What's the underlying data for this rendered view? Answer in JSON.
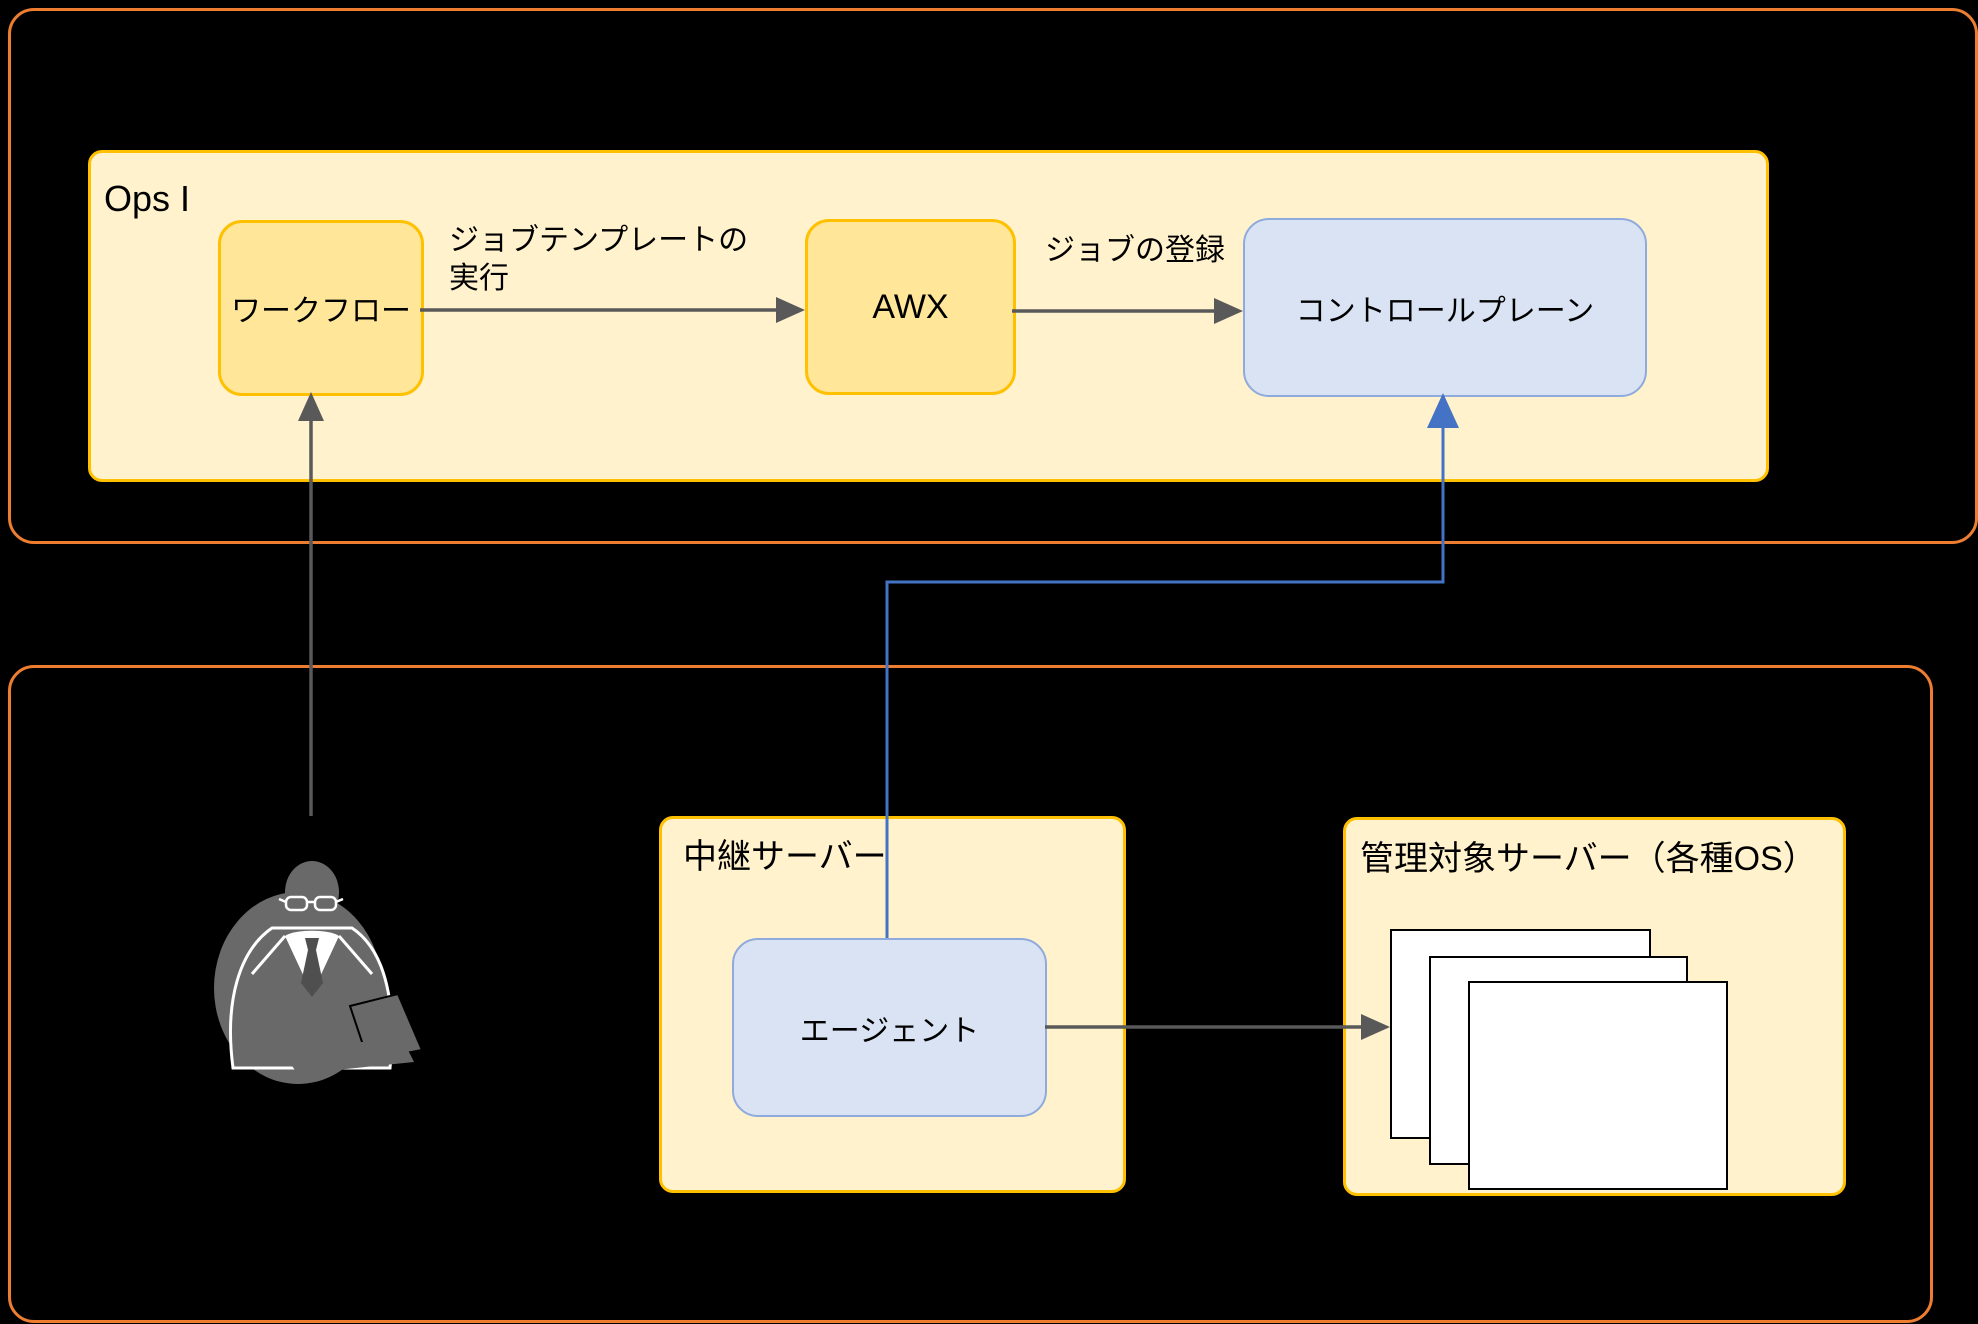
{
  "diagram": {
    "ops_zone": {
      "label": "Ops I"
    },
    "containers": {
      "relay_server": {
        "label": "中継サーバー"
      },
      "managed_servers": {
        "label": "管理対象サーバー（各種OS）"
      }
    },
    "nodes": {
      "workflow": {
        "label": "ワークフロー"
      },
      "awx": {
        "label": "AWX"
      },
      "control_plane": {
        "label": "コントロールプレーン"
      },
      "agent": {
        "label": "エージェント"
      }
    },
    "edges": {
      "workflow_to_awx": {
        "label_line1": "ジョブテンプレートの",
        "label_line2": "実行"
      },
      "awx_to_control_plane": {
        "label": "ジョブの登録"
      },
      "operator_to_workflow": {
        "label": ""
      },
      "agent_to_control_plane": {
        "label": ""
      },
      "agent_to_managed_servers": {
        "label": ""
      }
    },
    "icons": {
      "operator": "operator-person-icon"
    }
  },
  "colors": {
    "background": "#000000",
    "zone_border_orange": "#ED7D31",
    "container_fill_cream": "#FFF2CC",
    "container_border_gold": "#FFC000",
    "node_fill_gold": "#FFE699",
    "node_fill_blue": "#DAE3F3",
    "node_border_blue": "#8FAADC",
    "arrow_gray": "#595959",
    "connector_blue": "#4472C4",
    "person_gray": "#696969",
    "sheet_white": "#FFFFFF",
    "text_black": "#000000"
  }
}
